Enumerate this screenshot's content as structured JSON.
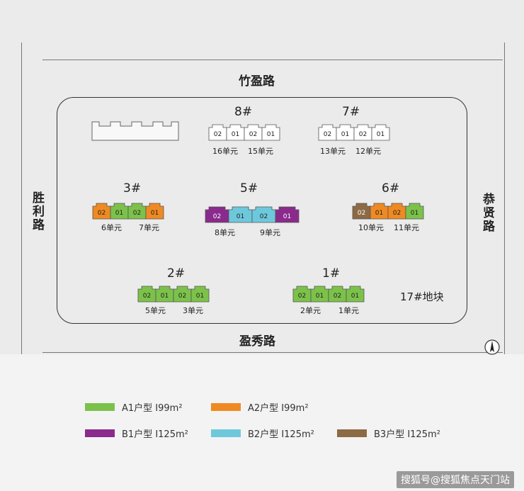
{
  "roads": {
    "north": "竹盈路",
    "south": "盈秀路",
    "west": "胜利路",
    "east": "恭贤路"
  },
  "plot_label": "17#地块",
  "buildings": [
    {
      "id": "b8",
      "number": "8#",
      "unit_codes": [
        "02",
        "01",
        "02",
        "01"
      ],
      "units": [
        "16单元",
        "15单元"
      ]
    },
    {
      "id": "b7",
      "number": "7#",
      "unit_codes": [
        "02",
        "01",
        "02",
        "01"
      ],
      "units": [
        "13单元",
        "12单元"
      ]
    },
    {
      "id": "b3",
      "number": "3#",
      "unit_codes": [
        "02",
        "01",
        "02",
        "01"
      ],
      "units": [
        "6单元",
        "7单元"
      ]
    },
    {
      "id": "b5",
      "number": "5#",
      "unit_codes": [
        "02",
        "01",
        "02",
        "01"
      ],
      "units": [
        "8单元",
        "9单元"
      ]
    },
    {
      "id": "b6",
      "number": "6#",
      "unit_codes": [
        "02",
        "01",
        "02",
        "01"
      ],
      "units": [
        "10单元",
        "11单元"
      ]
    },
    {
      "id": "b2",
      "number": "2#",
      "unit_codes": [
        "02",
        "01",
        "02",
        "01"
      ],
      "units": [
        "5单元",
        "3单元"
      ]
    },
    {
      "id": "b1",
      "number": "1#",
      "unit_codes": [
        "02",
        "01",
        "02",
        "01"
      ],
      "units": [
        "2单元",
        "1单元"
      ]
    }
  ],
  "colors": {
    "A1": "#7cc24a",
    "A2": "#ef8a22",
    "B1": "#8a2a8c",
    "B2": "#6ec8dc",
    "B3": "#8c6a44",
    "blank": "#ffffff"
  },
  "legend": [
    {
      "key": "A1",
      "label": "A1户型 Ⅰ99m²"
    },
    {
      "key": "A2",
      "label": "A2户型 Ⅰ99m²"
    },
    {
      "key": "B1",
      "label": "B1户型 Ⅰ125m²"
    },
    {
      "key": "B2",
      "label": "B2户型 Ⅰ125m²"
    },
    {
      "key": "B3",
      "label": "B3户型 Ⅰ125m²"
    }
  ],
  "compass_icon": "north-arrow-icon",
  "watermark": "搜狐号@搜狐焦点天门站"
}
